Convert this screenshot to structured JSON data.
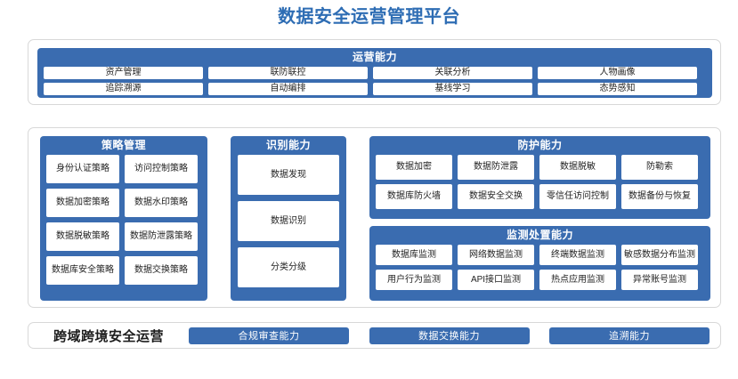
{
  "page": {
    "title": "数据安全运营管理平台",
    "accent_blue": "#3A6CB0",
    "title_blue": "#2E6DB4",
    "card_border": "#d8d8d8",
    "background": "#ffffff"
  },
  "operations": {
    "title": "运营能力",
    "items": [
      "资产管理",
      "联防联控",
      "关联分析",
      "人物画像",
      "追踪溯源",
      "自动编排",
      "基线学习",
      "态势感知"
    ]
  },
  "policy": {
    "title": "策略管理",
    "items": [
      "身份认证策略",
      "访问控制策略",
      "数据加密策略",
      "数据水印策略",
      "数据脱敏策略",
      "数据防泄露策略",
      "数据库安全策略",
      "数据交换策略"
    ]
  },
  "identification": {
    "title": "识别能力",
    "items": [
      "数据发现",
      "数据识别",
      "分类分级"
    ]
  },
  "protection": {
    "title": "防护能力",
    "items": [
      "数据加密",
      "数据防泄露",
      "数据脱敏",
      "防勒索",
      "数据库防火墙",
      "数据安全交换",
      "零信任访问控制",
      "数据备份与恢复"
    ]
  },
  "monitoring": {
    "title": "监测处置能力",
    "items": [
      "数据库监测",
      "网络数据监测",
      "终端数据监测",
      "敏感数据分布监测",
      "用户行为监测",
      "API接口监测",
      "热点应用监测",
      "异常账号监测"
    ]
  },
  "cross_domain": {
    "label": "跨域跨境安全运营",
    "items": [
      "合规审查能力",
      "数据交换能力",
      "追溯能力"
    ]
  }
}
